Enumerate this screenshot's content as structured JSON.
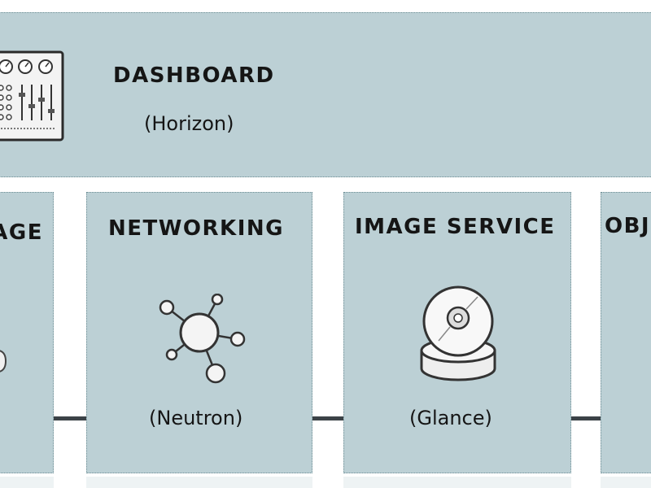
{
  "dashboard": {
    "title": "DASHBOARD",
    "subtitle": "(Horizon)",
    "icon": "control-panel-icon"
  },
  "storage": {
    "title": "AGE",
    "icon": "storage-icon"
  },
  "networking": {
    "title": "NETWORKING",
    "subtitle": "(Neutron)",
    "icon": "network-node-icon"
  },
  "image_service": {
    "title": "IMAGE SERVICE",
    "subtitle": "(Glance)",
    "icon": "disk-image-icon"
  },
  "object_storage": {
    "title": "OBJ"
  },
  "colors": {
    "panel": "#bcd0d5",
    "border": "#6f8f96",
    "connector": "#3b4247"
  }
}
